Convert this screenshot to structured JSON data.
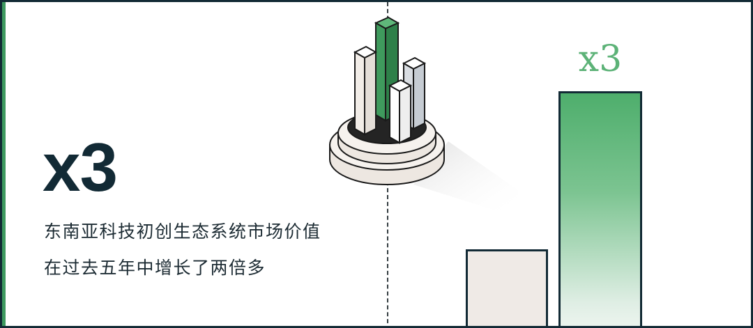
{
  "headline": {
    "multiplier": "x3"
  },
  "caption": {
    "line1": "东南亚科技初创生态系统市场价值",
    "line2": "在过去五年中增长了两倍多"
  },
  "comparison": {
    "label": "x3",
    "growth_factor": 3
  },
  "colors": {
    "accent_green": "#3e9a60",
    "dark_navy": "#122a35",
    "light_beige": "#efeae6",
    "label_green": "#5cb277"
  },
  "icons": {
    "illustration": "isometric-bar-chart-on-pedestal-icon"
  }
}
